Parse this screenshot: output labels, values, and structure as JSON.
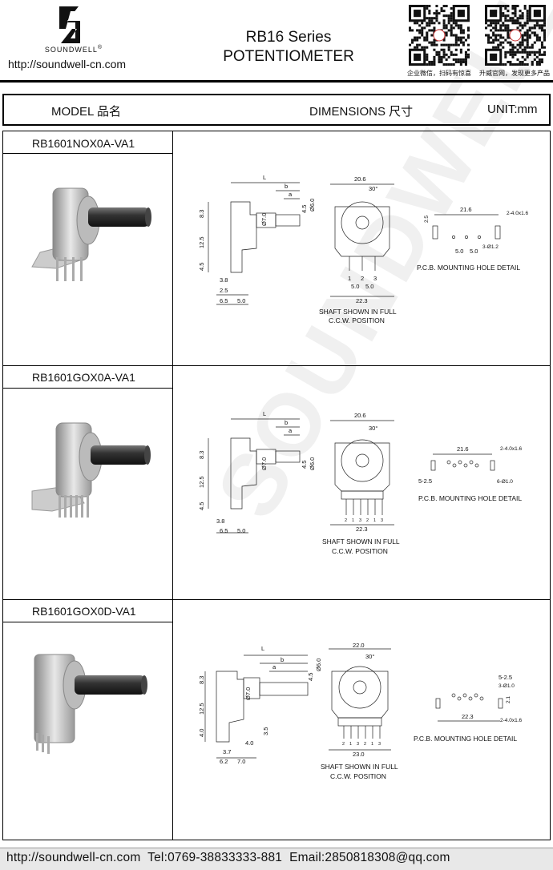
{
  "header": {
    "brand": "SOUNDWELL",
    "registered": "®",
    "url": "http://soundwell-cn.com",
    "title_line1": "RB16 Series",
    "title_line2": "POTENTIOMETER",
    "qr_captions": [
      "企业微信，扫码有惊喜",
      "升威官网，发现更多产品"
    ]
  },
  "table_header": {
    "model": "MODEL 品名",
    "dimensions": "DIMENSIONS 尺寸",
    "unit": "UNIT:mm"
  },
  "rows": [
    {
      "model": "RB1601NOX0A-VA1",
      "dims": {
        "L": "L",
        "b": "b",
        "a": "a",
        "angle": "30°",
        "width_top": "20.6",
        "h1": "8.3",
        "h2": "12.5",
        "h3": "4.5",
        "shaft1": "4.5",
        "shaft_dia": "Ø6.0",
        "bush_dia": "Ø7.0",
        "w1": "3.8",
        "w2": "2.5",
        "w3": "6.5",
        "w4": "5.0",
        "pins": "5.0",
        "pins2": "5.0",
        "width_bottom": "22.3",
        "pin_nums": [
          "1",
          "2",
          "3"
        ],
        "pcb_w": "21.6",
        "pcb_h": "2.5",
        "pcb_hole": "2-4.0x1.6",
        "pcb_p1": "5.0",
        "pcb_p2": "5.0",
        "pcb_dia": "3-Ø1.2"
      },
      "caption1": "SHAFT SHOWN IN FULL",
      "caption2": "C.C.W. POSITION",
      "pcb_caption": "P.C.B. MOUNTING HOLE DETAIL"
    },
    {
      "model": "RB1601GOX0A-VA1",
      "dims": {
        "L": "L",
        "b": "b",
        "a": "a",
        "angle": "30°",
        "width_top": "20.6",
        "h1": "8.3",
        "h2": "12.5",
        "h3": "4.5",
        "shaft1": "4.5",
        "shaft_dia": "Ø6.0",
        "bush_dia": "Ø7.0",
        "w1": "3.8",
        "w3": "6.5",
        "w4": "5.0",
        "width_bottom": "22.3",
        "pin_nums": [
          "2",
          "1",
          "3",
          "2",
          "1",
          "3"
        ],
        "pcb_w": "21.6",
        "pcb_hole": "2-4.0x1.6",
        "pcb_pitch": "5-2.5",
        "pcb_dia": "6-Ø1.0"
      },
      "caption1": "SHAFT SHOWN IN FULL",
      "caption2": "C.C.W. POSITION",
      "pcb_caption": "P.C.B. MOUNTING HOLE DETAIL"
    },
    {
      "model": "RB1601GOX0D-VA1",
      "dims": {
        "L": "L",
        "b": "b",
        "a": "a",
        "angle": "30°",
        "width_top": "22.0",
        "h1": "8.3",
        "h2": "12.5",
        "h3": "4.0",
        "shaft1": "4.5",
        "shaft_dia": "Ø6.0",
        "bush_dia": "Ø7.0",
        "side": "3.5",
        "w1": "3.7",
        "w2": "4.0",
        "w3": "6.2",
        "w4": "7.0",
        "width_bottom": "23.0",
        "pin_nums": [
          "2",
          "1",
          "3",
          "2",
          "1",
          "3"
        ],
        "pcb_w": "22.3",
        "pcb_h": "2.1",
        "pcb_hole": "2-4.0x1.6",
        "pcb_pitch": "5-2.5",
        "pcb_dia": "3-Ø1.0"
      },
      "caption1": "SHAFT SHOWN IN FULL",
      "caption2": "C.C.W. POSITION",
      "pcb_caption": "P.C.B. MOUNTING HOLE DETAIL"
    }
  ],
  "footer": {
    "text": "http://soundwell-cn.com  Tel:0769-38833333-881  Email:2850818308@qq.com"
  },
  "watermark": "SOUNDWELL"
}
